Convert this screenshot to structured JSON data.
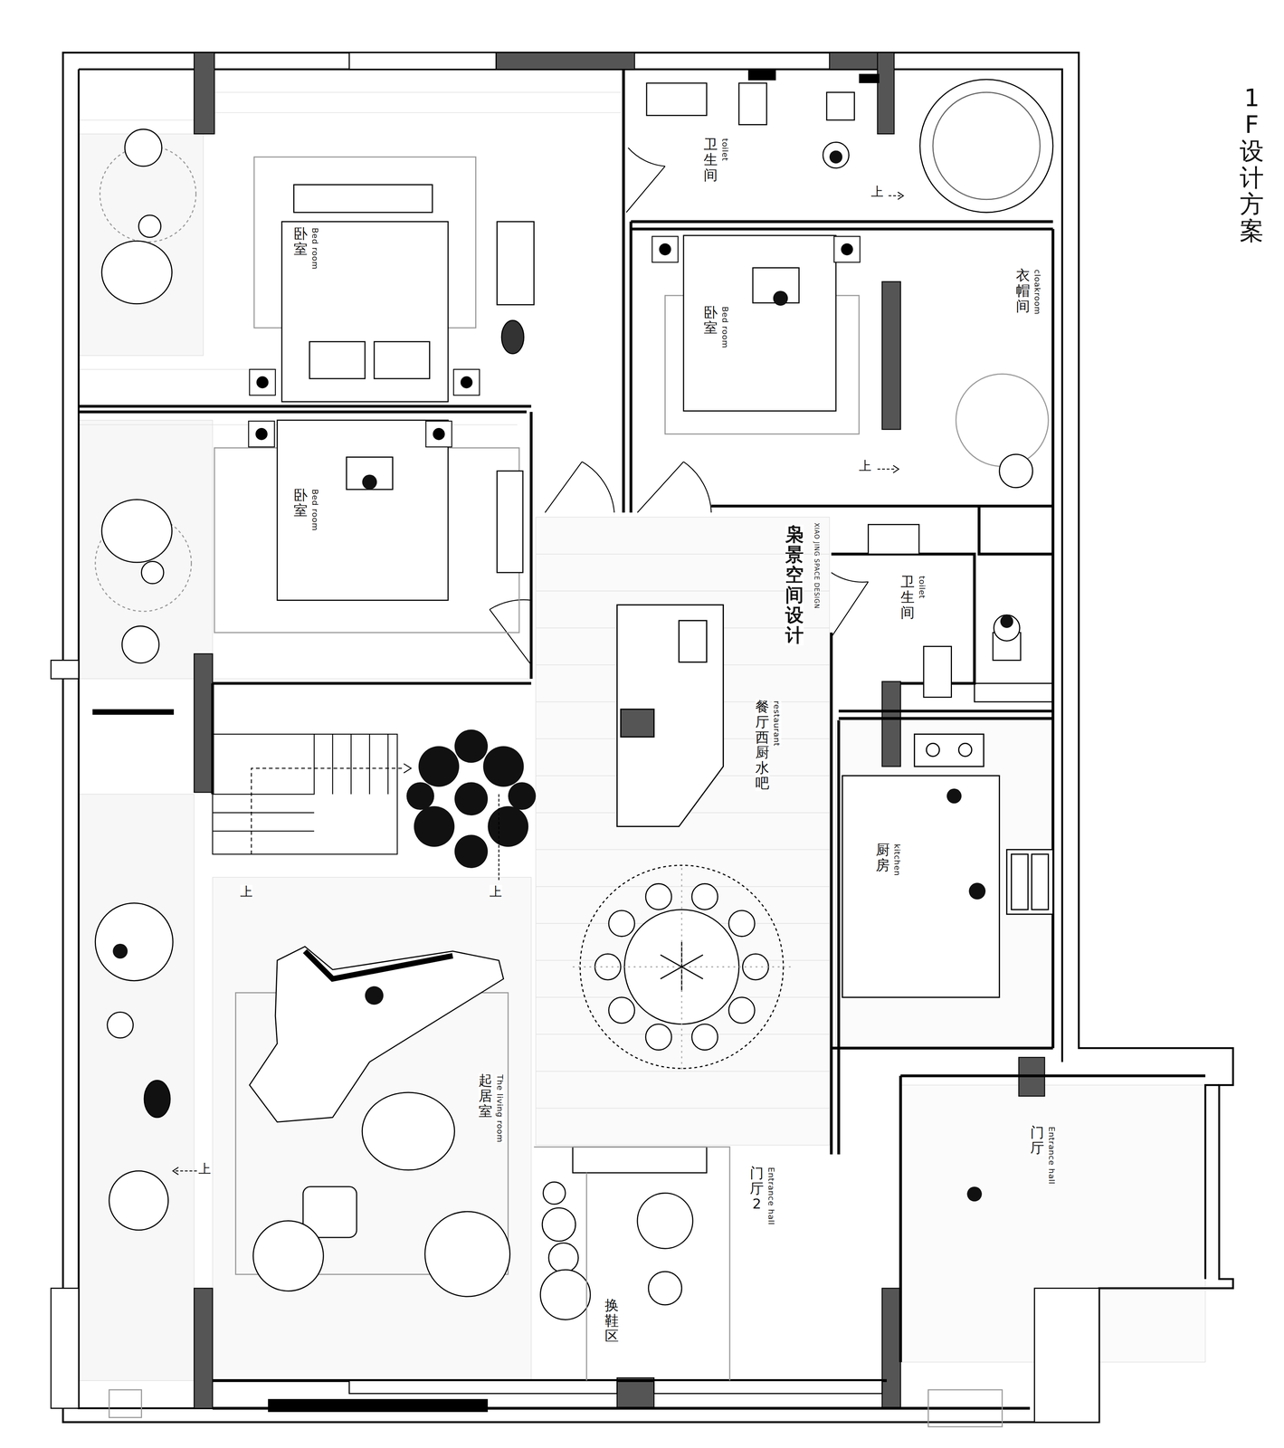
{
  "diagram": {
    "title": "1F设计方案",
    "nodes": [
      {
        "text": [
          "卧室",
          "Bed room"
        ]
      },
      {
        "text": [
          "卫生间",
          "toilet"
        ]
      },
      {
        "text": [
          "卧室",
          "Bed room"
        ]
      },
      {
        "text": [
          "衣帽间",
          "cloakroom"
        ]
      },
      {
        "text": [
          "卧室",
          "Bed room"
        ]
      },
      {
        "text": [
          "卫生间",
          "toilet"
        ]
      },
      {
        "text": [
          "餐厅 西厨 水吧",
          "restaurant"
        ]
      },
      {
        "text": [
          "厨房",
          "kitchen"
        ]
      },
      {
        "text": [
          "起居室",
          "The living room"
        ]
      },
      {
        "text": [
          "门厅2",
          "Entrance hall"
        ]
      },
      {
        "text": [
          "换鞋区"
        ]
      },
      {
        "text": [
          "门厅",
          "Entrance hall"
        ]
      }
    ],
    "labels": [
      "枭景空间设计",
      "XIAO JING SPACE DESIGN",
      "上",
      "上",
      "上",
      "上",
      "上"
    ]
  }
}
